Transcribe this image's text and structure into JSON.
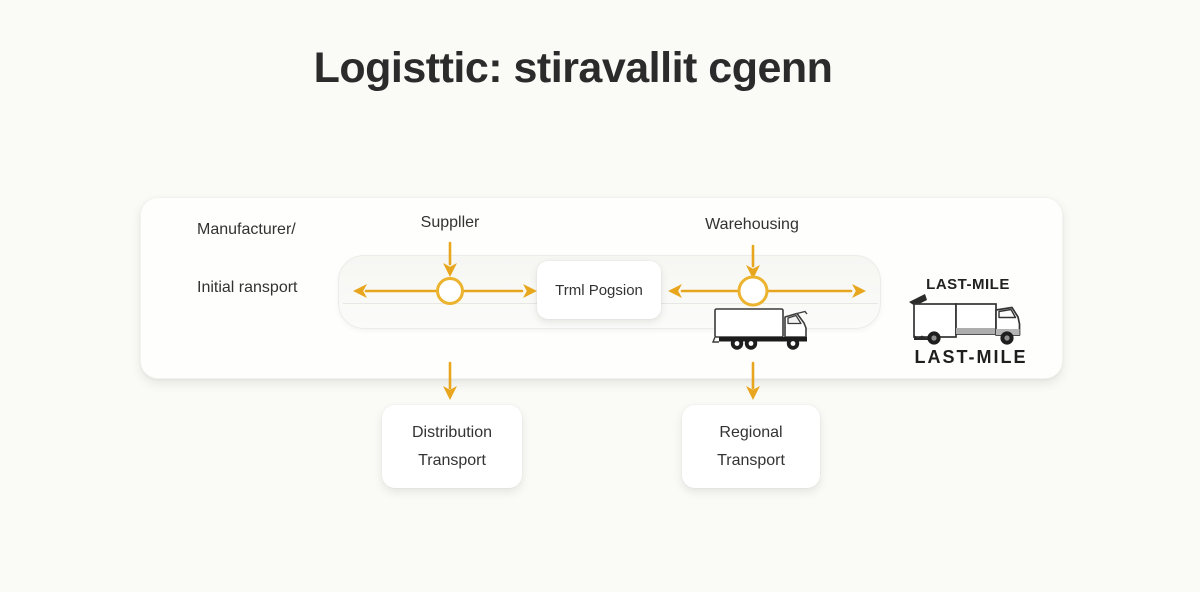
{
  "title": "Logisttic: stiravallit cgenn",
  "diagram": {
    "accent_color": "#e7a61e",
    "stage_labels": {
      "manufacturer": "Manufacturer/",
      "initial_transport": "Initial ransport",
      "supplier": "Suppller",
      "warehousing": "Warehousing"
    },
    "terminal_box_label": "Trml Pogsion",
    "last_mile_top": "LAST-MILE",
    "last_mile_bottom": "LAST-MILE",
    "distribution_box": {
      "line1": "Distribution",
      "line2": "Transport"
    },
    "regional_box": {
      "line1": "Regional",
      "line2": "Transport"
    }
  }
}
